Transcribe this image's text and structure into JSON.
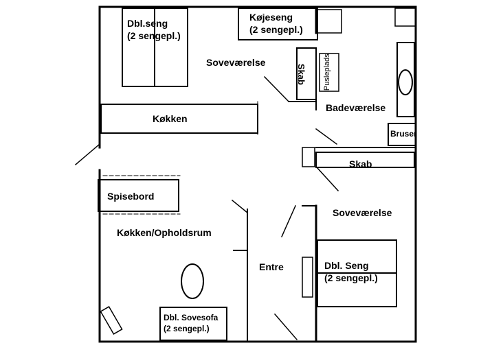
{
  "rooms": {
    "bedroom_top": "Soveværelse",
    "kitchen_counter": "Køkken",
    "bathroom": "Badeværelse",
    "shower": "Bruser",
    "wardrobe_right": "Skab",
    "wardrobe_top": "Skab",
    "changing_area": "Pusleplads",
    "dining_table": "Spisebord",
    "kitchen_living": "Køkken/Opholdsrum",
    "entrance": "Entre",
    "bedroom_bottom": "Soveværelse"
  },
  "beds": {
    "double_top": {
      "name": "Dbl.seng",
      "capacity": "(2 sengepl.)"
    },
    "bunk": {
      "name": "Køjeseng",
      "capacity": "(2 sengepl.)"
    },
    "double_bottom": {
      "name": "Dbl. Seng",
      "capacity": "(2 sengepl.)"
    },
    "sofa_bed": {
      "name": "Dbl. Sovesofa",
      "capacity": "(2 sengepl.)"
    }
  }
}
